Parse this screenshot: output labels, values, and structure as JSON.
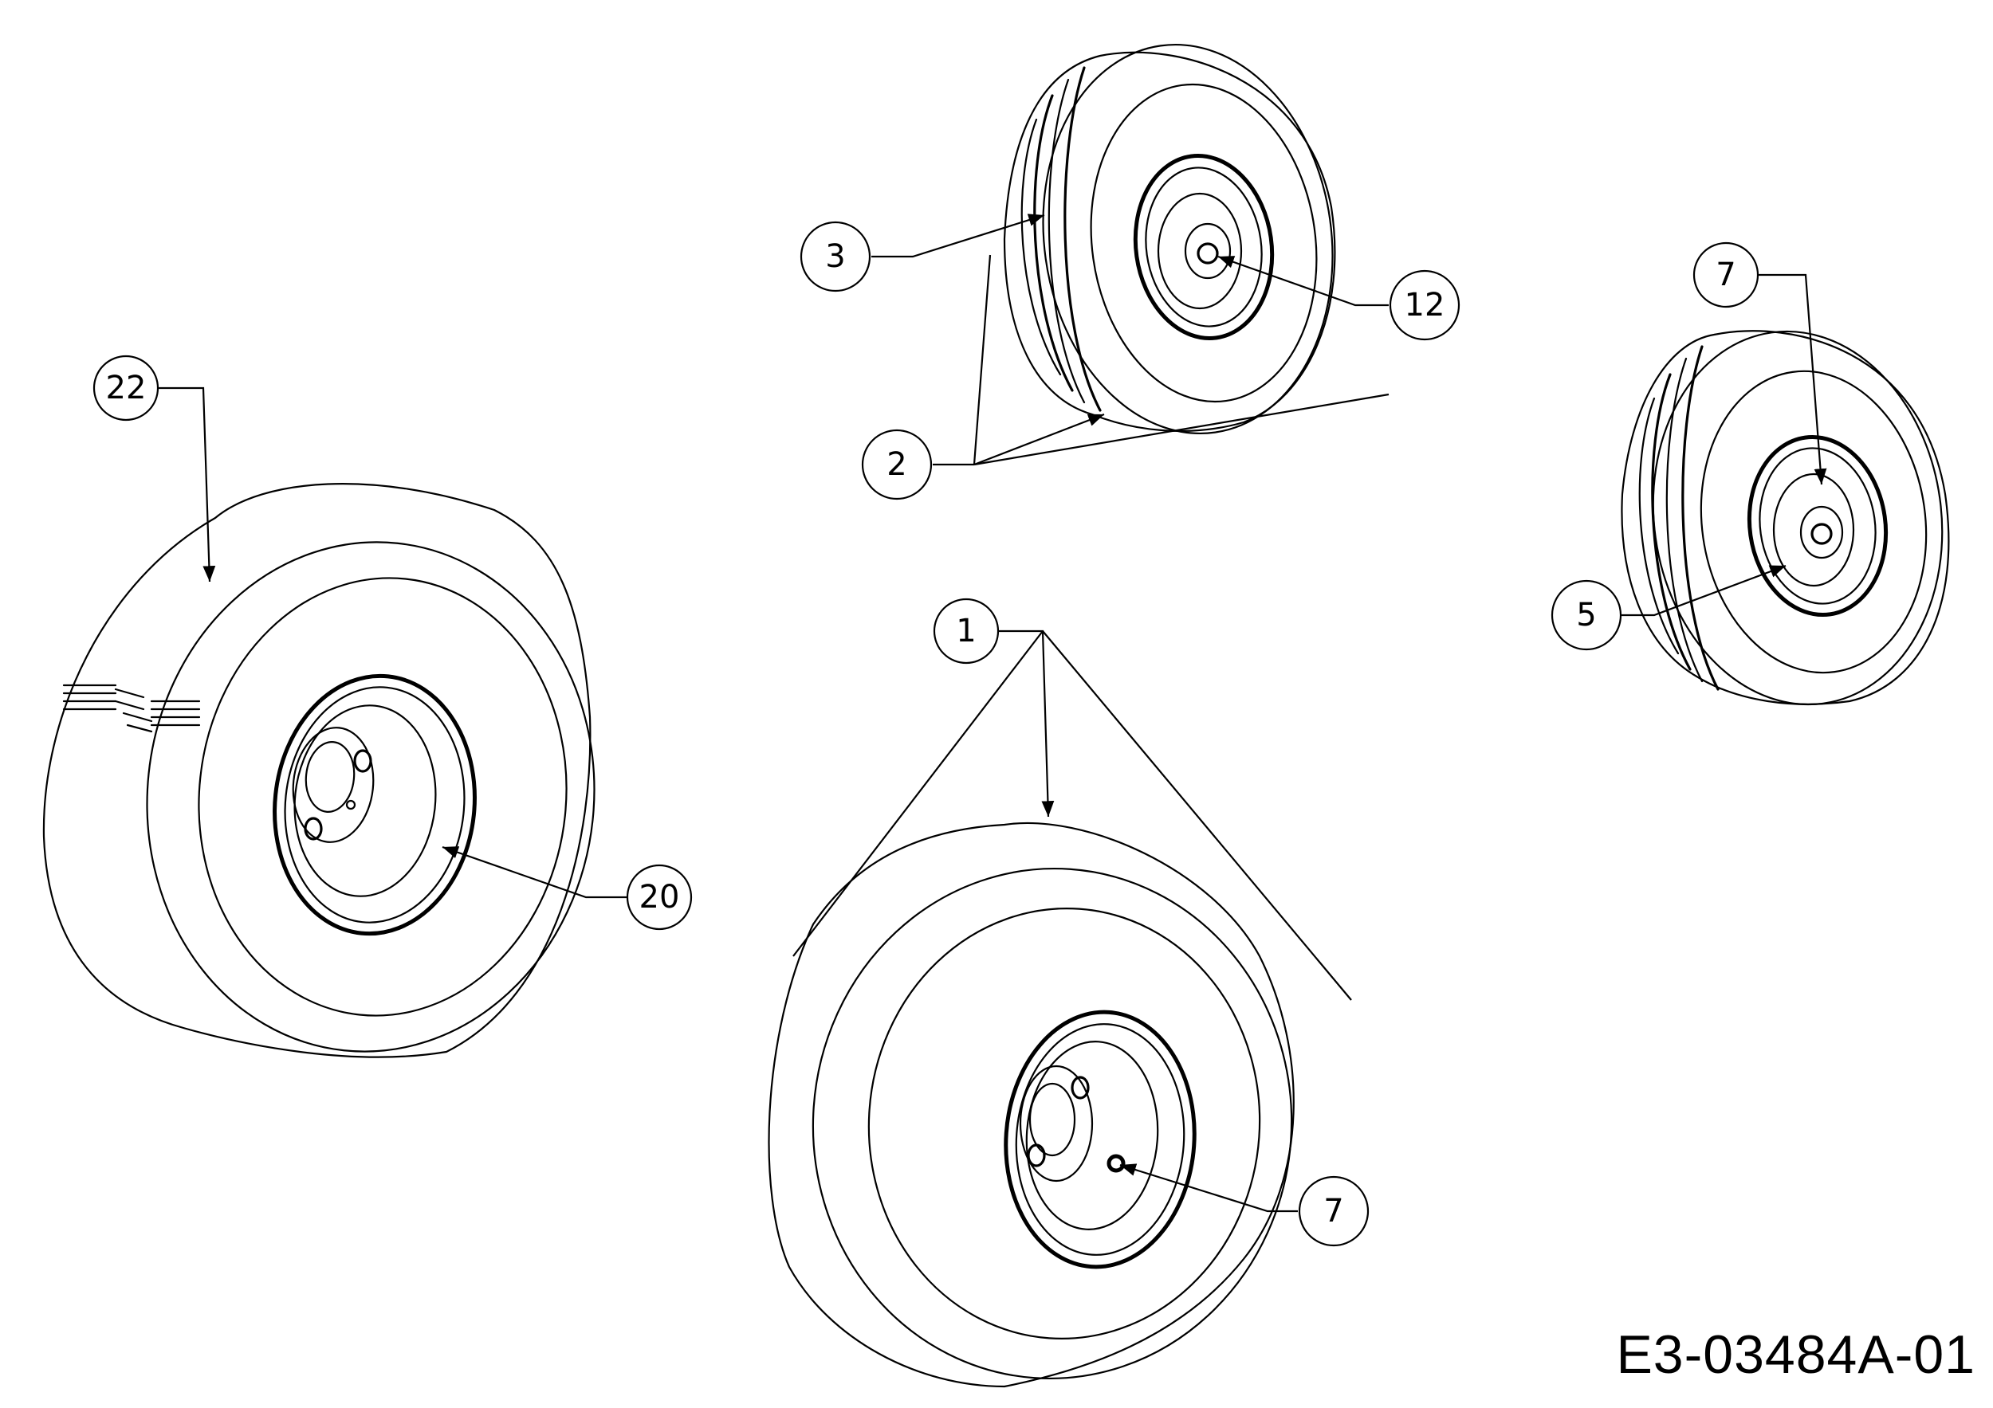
{
  "drawing_code": "E3-03484A-01",
  "callouts": {
    "c1": "1",
    "c2": "2",
    "c3": "3",
    "c5": "5",
    "c7_top": "7",
    "c7_bottom": "7",
    "c12": "12",
    "c20": "20",
    "c22": "22"
  }
}
